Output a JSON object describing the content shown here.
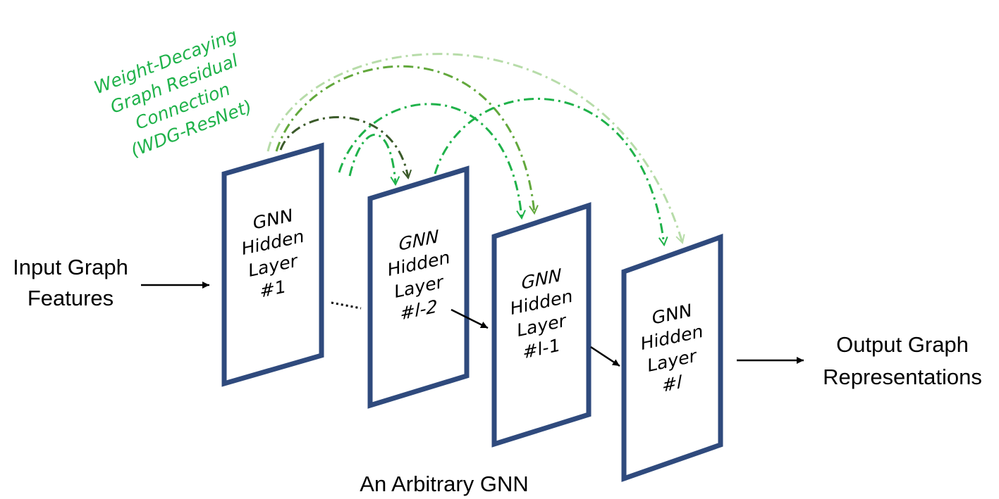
{
  "annotation": {
    "lines": [
      "Weight-Decaying",
      "Graph Residual",
      "Connection",
      "(WDG-ResNet)"
    ],
    "color": "#1fb24a"
  },
  "input_label": [
    "Input Graph",
    "Features"
  ],
  "output_label": [
    "Output Graph",
    "Representations"
  ],
  "caption": "An Arbitrary GNN",
  "layers": [
    {
      "lines": [
        "GNN",
        "Hidden",
        "Layer",
        "#1"
      ]
    },
    {
      "lines": [
        "GNN",
        "Hidden",
        "Layer",
        "#l-2"
      ]
    },
    {
      "lines": [
        "GNN",
        "Hidden",
        "Layer",
        "#l-1"
      ]
    },
    {
      "lines": [
        "GNN",
        "Hidden",
        "Layer",
        "#l"
      ]
    }
  ],
  "colors": {
    "panel_border": "#2f4a7d",
    "residual_dark": "#3b5a2a",
    "residual_olive": "#62a83c",
    "residual_pale": "#b7dca9",
    "residual_bright": "#1fb24a"
  }
}
